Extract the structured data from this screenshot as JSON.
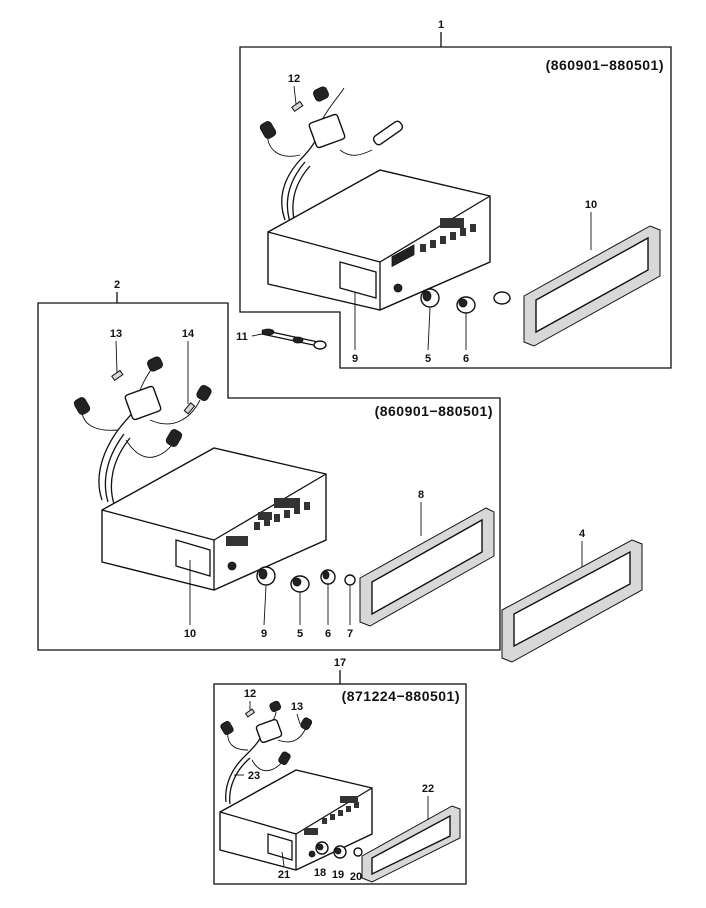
{
  "panels": [
    {
      "key": "p1",
      "label": "1",
      "date_range": "(860901−880501)"
    },
    {
      "key": "p2",
      "label": "2",
      "date_range": "(860901−880501)"
    },
    {
      "key": "p17",
      "label": "17",
      "date_range": "(871224−880501)"
    }
  ],
  "callouts": {
    "p1": [
      "12",
      "10",
      "9",
      "5",
      "6"
    ],
    "p2": [
      "13",
      "14",
      "10",
      "9",
      "5",
      "6",
      "7",
      "8"
    ],
    "p17": [
      "12",
      "13",
      "23",
      "22",
      "21",
      "18",
      "19",
      "20"
    ],
    "loose": [
      "11",
      "4"
    ]
  }
}
